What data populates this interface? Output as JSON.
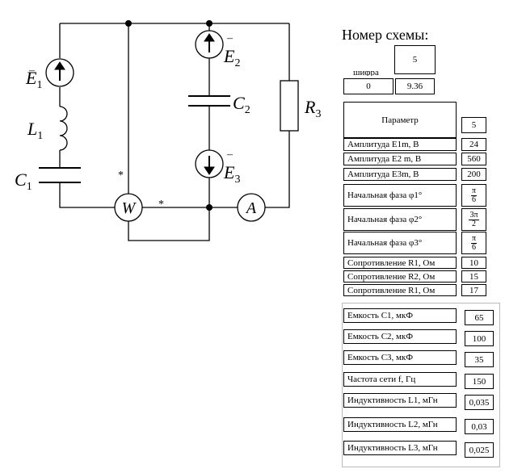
{
  "scheme": {
    "title": "Номер схемы:",
    "number": "5",
    "cut_header": "шифра",
    "row_left": "0",
    "row_right": "9.36"
  },
  "circuit": {
    "e1": "E",
    "e1_sub": "1",
    "e2": "E",
    "e2_sub": "2",
    "e3": "E",
    "e3_sub": "3",
    "l1": "L",
    "l1_sub": "1",
    "c1": "C",
    "c1_sub": "1",
    "c2": "C",
    "c2_sub": "2",
    "r3": "R",
    "r3_sub": "3",
    "wattmeter": "W",
    "ammeter": "A",
    "star": "*"
  },
  "table": {
    "header_param": "Параметр",
    "header_value": "5",
    "rows": [
      {
        "label": "Амплитуда E1m, В",
        "value": "24"
      },
      {
        "label": "Амплитуда E2 m, В",
        "value": "560"
      },
      {
        "label": "Амплитуда E3m, В",
        "value": "200"
      },
      {
        "label": "Начальная фаза  φ1°",
        "num": "π",
        "den": "6"
      },
      {
        "label": "Начальная фаза  φ2°",
        "num": "3π",
        "den": "2"
      },
      {
        "label": "Начальная фаза  φ3°",
        "num": "π",
        "den": "6"
      },
      {
        "label": "Сопротивление R1, Ом",
        "value": "10"
      },
      {
        "label": "Сопротивление R2, Ом",
        "value": "15"
      },
      {
        "label": "Сопротивление R1, Ом",
        "value": "17"
      }
    ],
    "rows2": [
      {
        "label": "Емкость C1,  мкФ",
        "value": "65"
      },
      {
        "label": "Емкость C2,  мкФ",
        "value": "100"
      },
      {
        "label": "Емкость C3,  мкФ",
        "value": "35"
      },
      {
        "label": "Частота  сети f,  Гц",
        "value": "150"
      },
      {
        "label": "Индуктивность L1, мГн",
        "value": "0,035"
      },
      {
        "label": "Индуктивность  L2, мГн",
        "value": "0,03"
      },
      {
        "label": "Индуктивность  L3, мГн",
        "value": "0,025"
      }
    ]
  }
}
